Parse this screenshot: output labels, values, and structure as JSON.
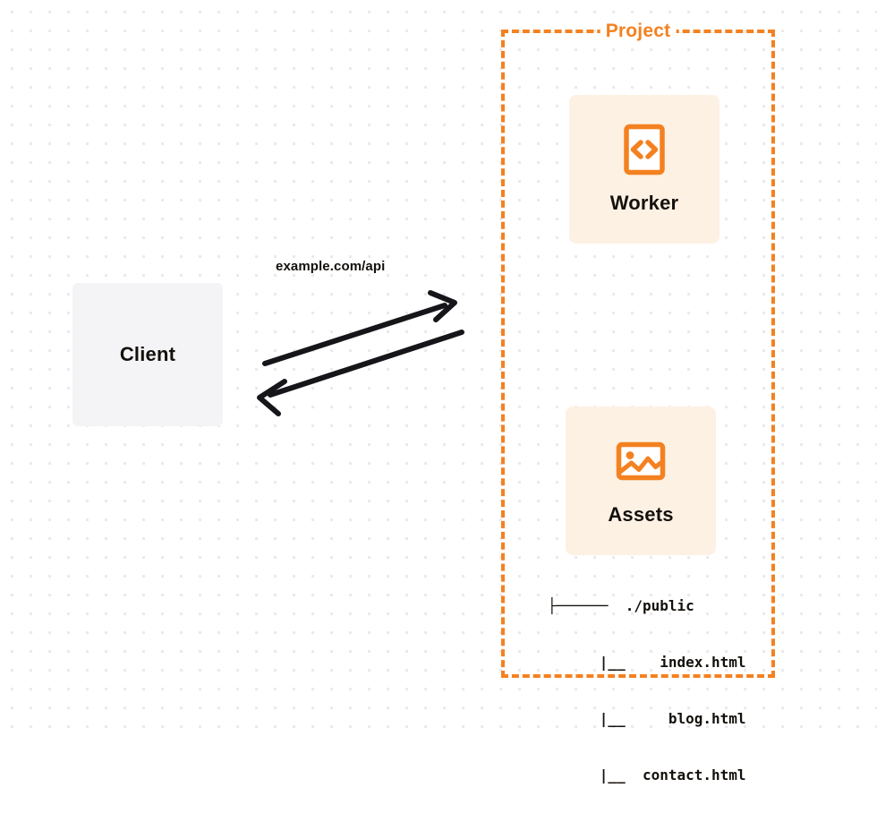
{
  "diagram": {
    "title": "Client to Project Worker and Assets request flow",
    "background": {
      "dot_color": "#e9e9ec",
      "page_color": "#ffffff"
    },
    "colors": {
      "accent_orange": "#f48120",
      "card_cream": "#fdf1e4",
      "client_gray": "#f4f4f6",
      "text_dark": "#14100c",
      "arrow_black": "#16161a"
    },
    "client": {
      "label": "Client"
    },
    "connection": {
      "label": "example.com/api",
      "request_arrow_name": "request-arrow",
      "response_arrow_name": "response-arrow",
      "direction": "bidirectional"
    },
    "project": {
      "title": "Project",
      "border_style": "dashed",
      "services": [
        {
          "id": "worker",
          "label": "Worker",
          "icon": "code-brackets-icon"
        },
        {
          "id": "assets",
          "label": "Assets",
          "icon": "image-icon"
        }
      ],
      "file_tree": {
        "rows": [
          "├──────  ./public",
          "      |__    index.html",
          "      |__     blog.html",
          "      |__  contact.html"
        ],
        "root": "./public",
        "files": [
          "index.html",
          "blog.html",
          "contact.html"
        ]
      }
    }
  }
}
